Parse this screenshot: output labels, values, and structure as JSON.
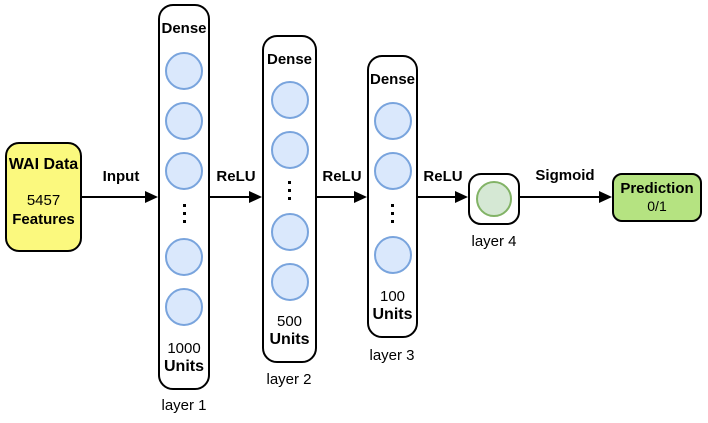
{
  "input_box": {
    "title": "WAI Data",
    "value": "5457",
    "label": "Features"
  },
  "connections": [
    {
      "label": "Input"
    },
    {
      "label": "ReLU"
    },
    {
      "label": "ReLU"
    },
    {
      "label": "ReLU"
    },
    {
      "label": "Sigmoid"
    }
  ],
  "layers": [
    {
      "header": "Dense",
      "circles_above": 3,
      "circles_below": 2,
      "units_value": "1000",
      "units_label": "Units",
      "caption": "layer 1"
    },
    {
      "header": "Dense",
      "circles_above": 2,
      "circles_below": 2,
      "units_value": "500",
      "units_label": "Units",
      "caption": "layer 2"
    },
    {
      "header": "Dense",
      "circles_above": 2,
      "circles_below": 1,
      "units_value": "100",
      "units_label": "Units",
      "caption": "layer 3"
    },
    {
      "circles": 1,
      "caption": "layer 4"
    }
  ],
  "output_box": {
    "title": "Prediction",
    "value": "0/1"
  },
  "colors": {
    "input_box_fill": "#FBF97E",
    "output_box_fill": "#B5E381",
    "neuron_fill": "#DAE8FC",
    "neuron_stroke": "#79A4DD",
    "output_neuron_fill": "#D5E8D4",
    "output_neuron_stroke": "#82B366",
    "line_color": "#000000"
  }
}
